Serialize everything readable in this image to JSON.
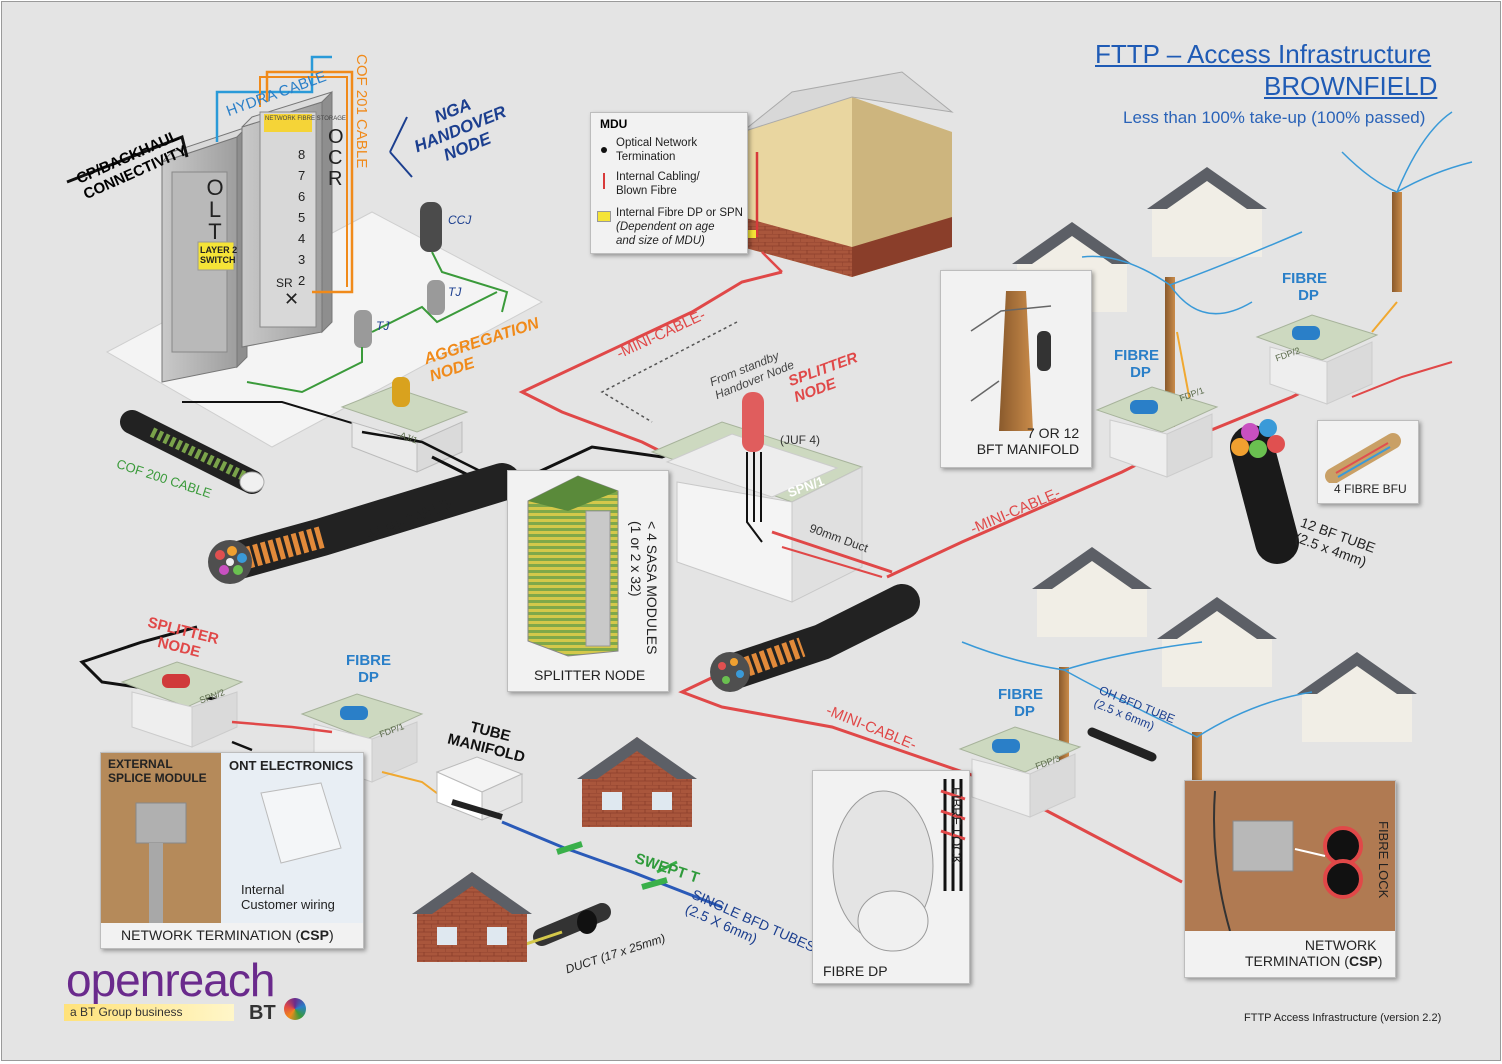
{
  "title": {
    "line1": "FTTP – Access Infrastructure",
    "line2": "BROWNFIELD",
    "subtitle": "Less than 100% take-up (100% passed)"
  },
  "exchange": {
    "cp_backhaul": [
      "CP/BACKHAUL",
      "CONNECTIVITY"
    ],
    "hydra_cable": "HYDRA CABLE",
    "cof201": "COF 201 CABLE",
    "nga_handover": [
      "NGA",
      "HANDOVER",
      "NODE"
    ],
    "olt": "OLT",
    "layer2": [
      "LAYER 2",
      "SWITCH"
    ],
    "ocr": "OCR",
    "network_fibre_storage": "NETWORK FIBRE STORAGE",
    "ocr_slots": [
      "8",
      "7",
      "6",
      "5",
      "4",
      "3",
      "2"
    ],
    "sr_label": "SR",
    "ccj": "CCJ",
    "tj1": "TJ",
    "tj2": "TJ",
    "aggregation_node": [
      "AGGREGATION",
      "NODE"
    ],
    "cof200": "COF 200 CABLE",
    "ajn": "AJ/1"
  },
  "mdu": {
    "title": "MDU",
    "items": [
      {
        "marker": "dot",
        "label": [
          "Optical Network",
          "Termination"
        ]
      },
      {
        "marker": "red-line",
        "label": [
          "Internal Cabling/",
          "Blown Fibre"
        ]
      },
      {
        "marker": "yellow-box",
        "label": [
          "Internal Fibre DP or SPN"
        ],
        "note": [
          "(Dependent on age",
          "and size of MDU)"
        ]
      }
    ]
  },
  "labels": {
    "mini_cable": "-MINI-CABLE-",
    "from_standby": [
      "From standby",
      "Handover Node"
    ],
    "splitter_node_top": [
      "SPLITTER",
      "NODE"
    ],
    "juf4": "(JUF 4)",
    "spn1": "SPN/1",
    "spn2": "SPN/2",
    "duct90": "90mm Duct",
    "sasa": [
      "< 4 SASA MODULES",
      "(1 or 2 x 32)"
    ],
    "splitter_node_panel": "SPLITTER  NODE",
    "splitter_node_left": [
      "SPLITTER",
      "NODE"
    ],
    "fibre_dp": [
      "FIBRE",
      "DP"
    ],
    "fdp1": "FDP/1",
    "fdp2": "FDP/2",
    "fdp3": "FDP/3",
    "manifold": [
      "7 OR 12",
      "BFT MANIFOLD"
    ],
    "bfu": "4 FIBRE BFU",
    "bf_tube": [
      "12 BF TUBE",
      "(2.5 x 4mm)"
    ],
    "oh_bfd": [
      "OH BFD TUBE",
      "(2.5 x 6mm)"
    ],
    "tube_manifold": [
      "TUBE",
      "MANIFOLD"
    ],
    "swept_t": "SWEPT T",
    "single_bfd": [
      "SINGLE BFD TUBES",
      "(2.5 X 6mm)"
    ],
    "duct17": "DUCT (17 x 25mm)",
    "external_splice": [
      "EXTERNAL",
      "SPLICE MODULE"
    ],
    "ont_electronics": "ONT ELECTRONICS",
    "internal_wiring": [
      "Internal",
      "Customer wiring"
    ],
    "nt_csp_left": "NETWORK TERMINATION (",
    "csp": "CSP",
    "nt_csp_close": ")",
    "fibre_dp_panel": "FIBRE DP",
    "fibre_lock": "FIBRE LOCK",
    "nt_right": [
      "NETWORK",
      "TERMINATION ("
    ]
  },
  "brand": {
    "name": "openreach",
    "tagline": "a BT Group business",
    "bt": "BT"
  },
  "version": "FTTP Access Infrastructure (version 2.2)",
  "colors": {
    "red": "#e04848",
    "blue": "#2a7fc8",
    "green": "#3a9a3a",
    "orange": "#f08a1a",
    "navy": "#1c3f8f",
    "purple": "#6a2a8c"
  }
}
